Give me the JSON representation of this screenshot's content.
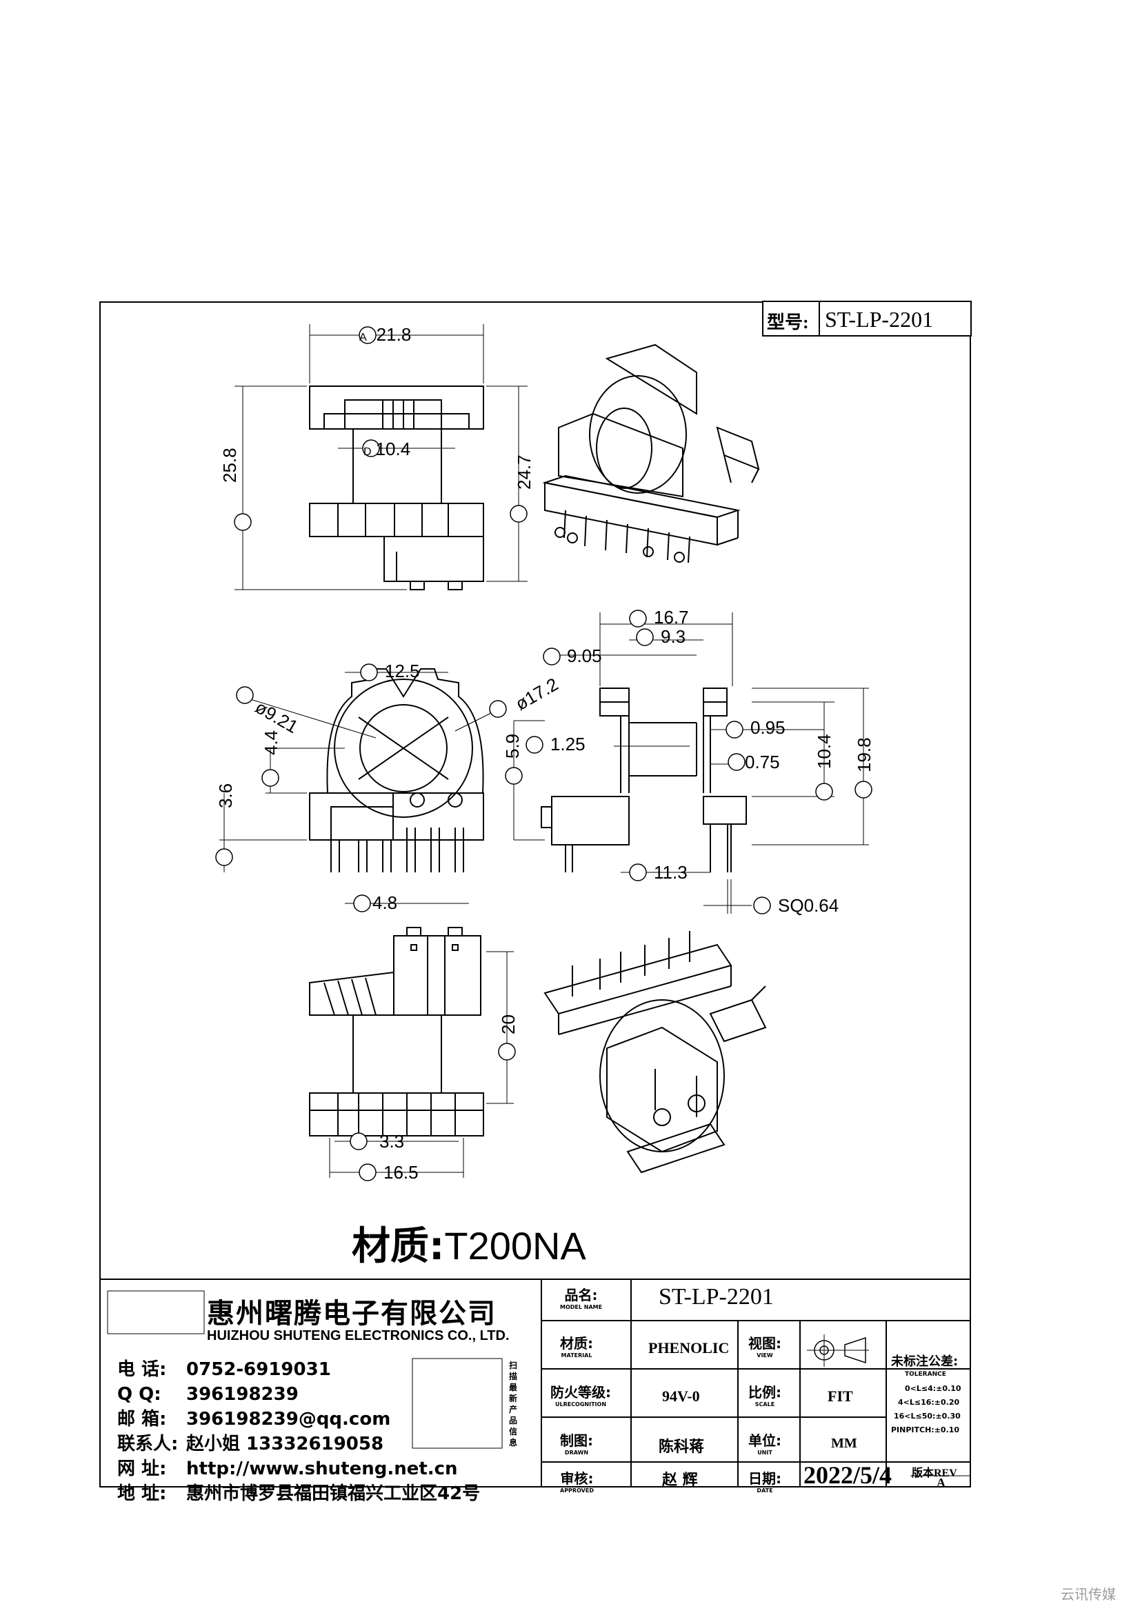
{
  "header": {
    "model_label": "型号:",
    "model_value": "ST-LP-2201"
  },
  "dims": {
    "A": "21.8",
    "B": "25.8",
    "C": "24.7",
    "D": "10.4",
    "E": "12.5",
    "F": "ø9.21",
    "G": "ø17.2",
    "H": "4.4",
    "I": "3.6",
    "L": "16.7",
    "M": "9.3",
    "N": "9.05",
    "Q": "0.95",
    "S": "1.25",
    "U": "5.9",
    "R": "0.75",
    "P": "10.4",
    "O": "19.8",
    "T": "11.3",
    "X": "SQ0.64",
    "V": "4.8",
    "J": "20",
    "W": "3.3",
    "K": "16.5"
  },
  "material_note": {
    "label": "材质:",
    "value": "T200NA"
  },
  "company": {
    "logo_text": "惠州曙腾电子有限公司",
    "name_en": "HUIZHOU SHUTENG ELECTRONICS CO., LTD.",
    "contacts": [
      {
        "label": "电  话:",
        "value": "0752-6919031"
      },
      {
        "label": "Q    Q:",
        "value": "396198239"
      },
      {
        "label": "邮  箱:",
        "value": "396198239@qq.com"
      },
      {
        "label": "联系人:",
        "value": "赵小姐 13332619058"
      },
      {
        "label": "网  址:",
        "value": "http://www.shuteng.net.cn"
      },
      {
        "label": "地  址:",
        "value": "惠州市博罗县福田镇福兴工业区42号"
      }
    ],
    "qr_side_text": "扫描最新产品信息"
  },
  "title_block": {
    "model_name": {
      "label": "品名:",
      "sub": "MODEL NAME",
      "value": "ST-LP-2201"
    },
    "material": {
      "label": "材质:",
      "sub": "MATERIAL",
      "value": "PHENOLIC"
    },
    "view": {
      "label": "视图:",
      "sub": "VIEW"
    },
    "ul": {
      "label": "防火等级:",
      "sub": "ULRECOGNITION",
      "value": "94V-0"
    },
    "scale": {
      "label": "比例:",
      "sub": "SCALE",
      "value": "FIT"
    },
    "drawn": {
      "label": "制图:",
      "sub": "DRAWN",
      "value": "陈科蒋"
    },
    "unit": {
      "label": "单位:",
      "sub": "UNIT",
      "value": "MM"
    },
    "approved": {
      "label": "审核:",
      "sub": "APPROVED",
      "value": "赵  辉"
    },
    "date": {
      "label": "日期:",
      "sub": "DATE",
      "value": "2022/5/4"
    },
    "rev": {
      "label": "版本REV",
      "value": "A"
    },
    "tolerance": {
      "title": "未标注公差:",
      "sub": "TOLERANCE",
      "rows": [
        "0<L≤4:±0.10",
        "4<L≤16:±0.20",
        "16<L≤50:±0.30",
        "PINPITCH:±0.10"
      ]
    }
  },
  "watermark": "云讯传媒"
}
